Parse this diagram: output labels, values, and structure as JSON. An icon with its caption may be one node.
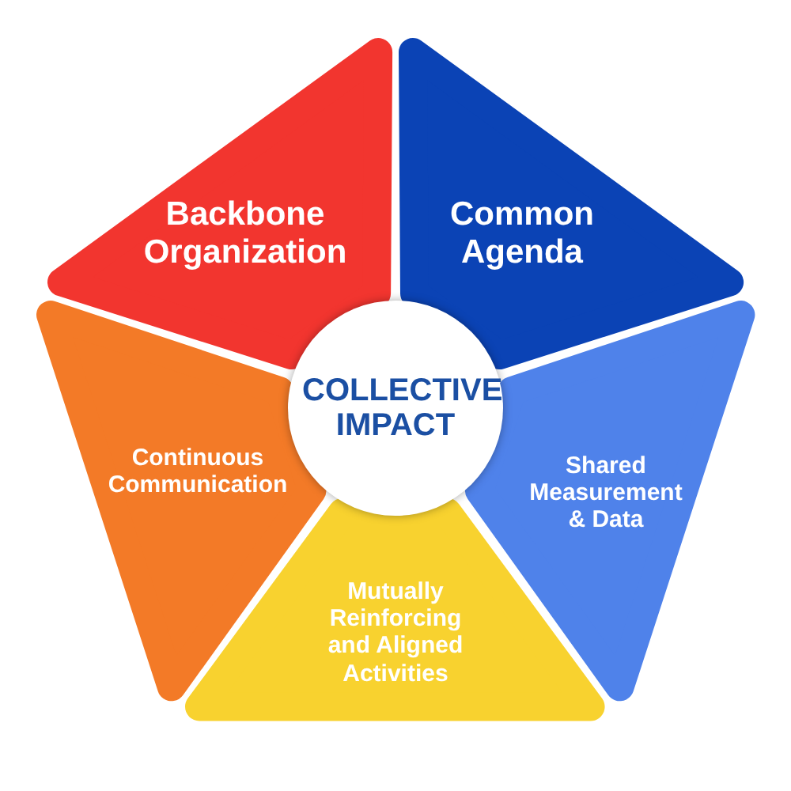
{
  "diagram": {
    "nodes": [
      {
        "text": [
          "Backbone Organization"
        ]
      },
      {
        "text": [
          "Common Agenda"
        ]
      },
      {
        "text": [
          "COLLECTIVE IMPACT"
        ]
      },
      {
        "text": [
          "Continuous Communication"
        ]
      },
      {
        "text": [
          "Shared Measurement & Data"
        ]
      },
      {
        "text": [
          "Mutually Reinforcing and Aligned Activities"
        ]
      }
    ]
  }
}
